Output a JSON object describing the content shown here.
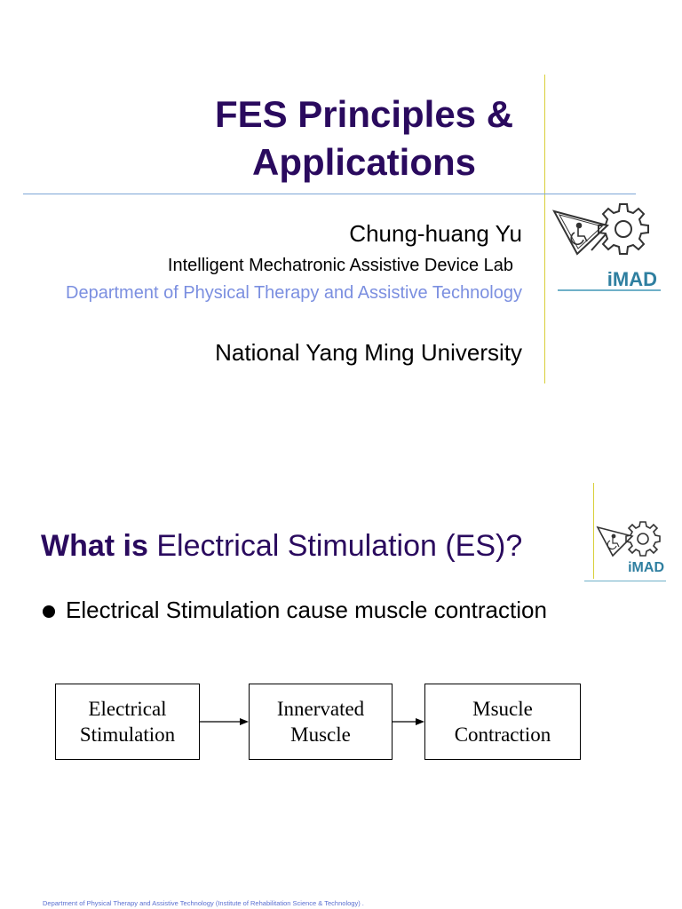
{
  "slide1": {
    "title_line1": "FES Principles &",
    "title_line2": "Applications",
    "author": "Chung-huang Yu",
    "lab": "Intelligent Mechatronic Assistive Device Lab",
    "department": "Department of Physical Therapy and Assistive Technology",
    "university": "National Yang Ming University",
    "logo_text": "iMAD"
  },
  "slide2": {
    "title_bold": "What is",
    "title_rest": " Electrical Stimulation (ES)?",
    "bullet": "Electrical Stimulation cause muscle contraction",
    "logo_text": "iMAD",
    "flow": [
      "Electrical\nStimulation",
      "Innervated\nMuscle",
      "Msucle\nContraction"
    ],
    "footer": "Department of Physical Therapy and Assistive Technology (Institute of Rehabilitation Science & Technology) ."
  },
  "colors": {
    "title": "#2a0a5e",
    "department": "#7b8fe0",
    "logo": "#2f7fa0",
    "divider_vertical": "#d9cf3a",
    "divider_horizontal": "#7da6d6"
  },
  "icons": [
    "imad-logo-icon",
    "wheelchair-icon",
    "gear-icon",
    "bullet-dot-icon",
    "arrow-right-icon"
  ]
}
